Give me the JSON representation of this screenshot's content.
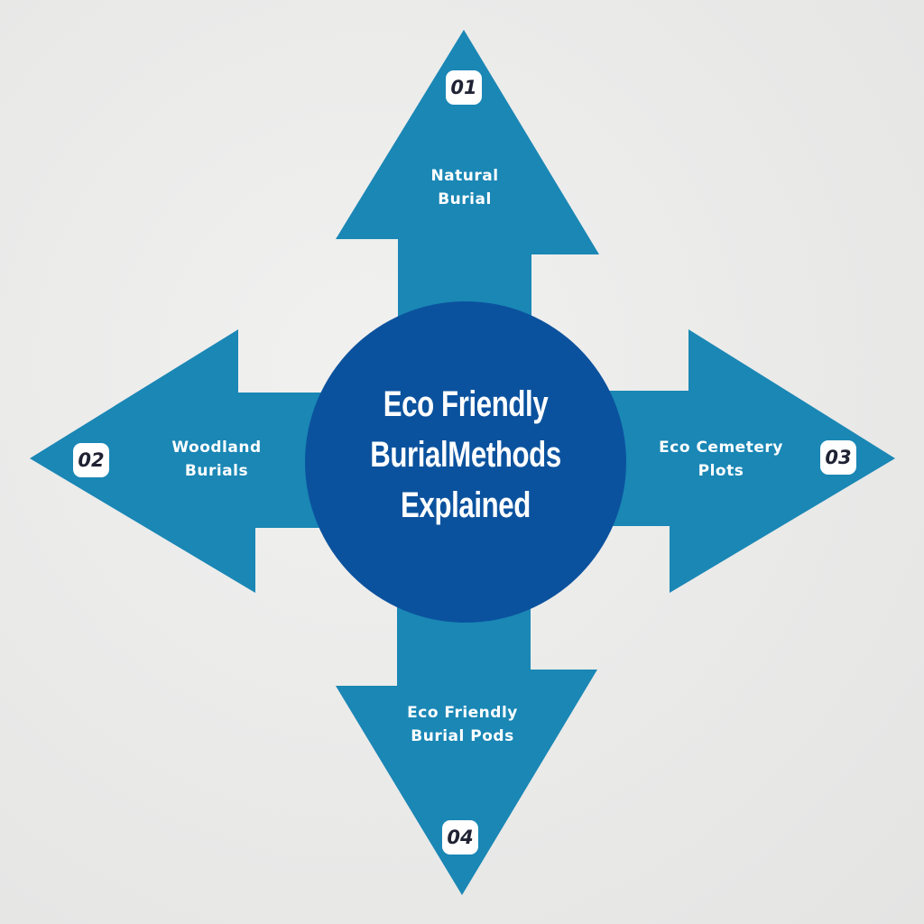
{
  "title": {
    "lines": [
      "Eco Friendly",
      "BurialMethods",
      "Explained"
    ]
  },
  "items": [
    {
      "number": "01",
      "label_lines": [
        "Natural",
        "Burial"
      ]
    },
    {
      "number": "02",
      "label_lines": [
        "Woodland",
        "Burials"
      ]
    },
    {
      "number": "03",
      "label_lines": [
        "Eco Cemetery",
        "Plots"
      ]
    },
    {
      "number": "04",
      "label_lines": [
        "Eco Friendly",
        "Burial Pods"
      ]
    }
  ],
  "colors": {
    "arrow": "#1a87b5",
    "circle": "#0b529e",
    "badge_text": "#1f2233",
    "background": "#ebebea"
  }
}
